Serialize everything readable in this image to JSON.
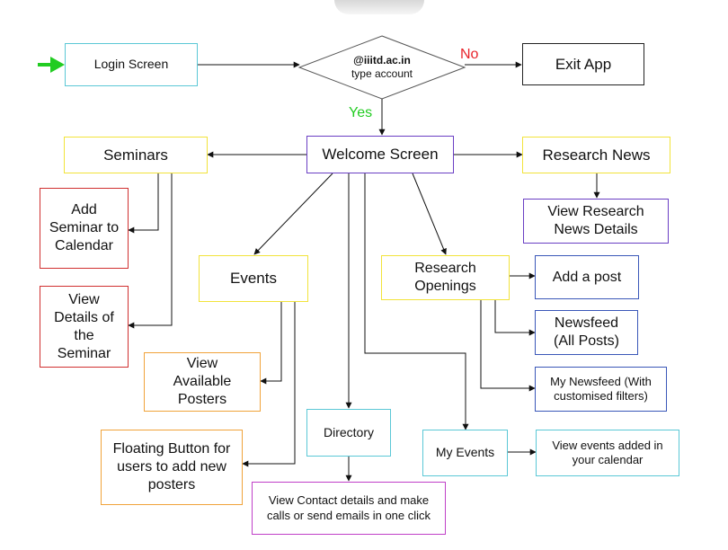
{
  "nodes": {
    "login": "Login Screen",
    "decision_line1": "@iiitd.ac.in",
    "decision_line2": "type account",
    "exit": "Exit App",
    "welcome": "Welcome Screen",
    "seminars": "Seminars",
    "research_news": "Research News",
    "view_research_news": "View Research News Details",
    "add_seminar": "Add Seminar to Calendar",
    "view_seminar": "View Details of the Seminar",
    "events": "Events",
    "research_openings": "Research Openings",
    "add_post": "Add a post",
    "newsfeed": "Newsfeed (All Posts)",
    "my_newsfeed": "My Newsfeed (With customised filters)",
    "view_posters": "View Available Posters",
    "directory": "Directory",
    "my_events": "My Events",
    "view_events_added": "View events added in your calendar",
    "floating_button": "Floating Button for users to add new posters",
    "view_contact": "View Contact details and make calls or send emails in one click"
  },
  "edge_labels": {
    "no": "No",
    "yes": "Yes"
  },
  "colors": {
    "cyan": "#5bc8d6",
    "yellow": "#f2e33a",
    "purple": "#6a3fc4",
    "blue": "#3a57b8",
    "red": "#d03030",
    "orange": "#f0a33a",
    "magenta": "#c040c8",
    "no_label": "#e8232a",
    "yes_label": "#22cc22",
    "start_arrow": "#22cc22"
  },
  "icons": {
    "start": "start-arrow-icon"
  }
}
